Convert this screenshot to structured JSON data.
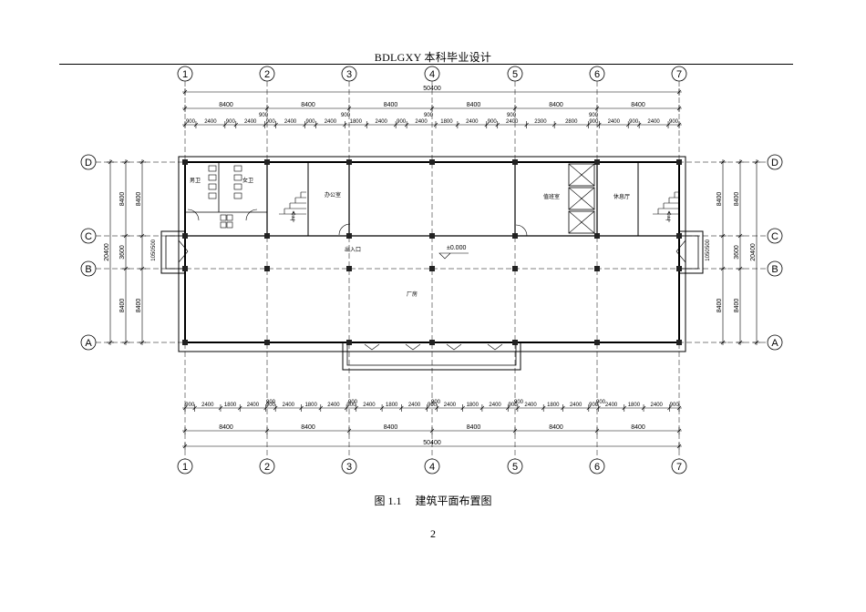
{
  "header": {
    "title": "BDLGXY 本科毕业设计"
  },
  "drawing": {
    "axis_numbers": [
      "1",
      "2",
      "3",
      "4",
      "5",
      "6",
      "7"
    ],
    "axis_letters": [
      "D",
      "C",
      "B",
      "A"
    ],
    "total_length": "50400",
    "bay_dims": [
      "8400",
      "8400",
      "8400",
      "8400",
      "8400",
      "8400"
    ],
    "top_detail_dims": [
      "900",
      "2400",
      "900",
      "2400",
      "900",
      "2400",
      "900",
      "2400",
      "1800",
      "2400",
      "900",
      "2400",
      "1800",
      "2400",
      "900",
      "2400",
      "2300",
      "2800",
      "900",
      "2400",
      "900",
      "2400",
      "900"
    ],
    "top_small_dims": [
      "900",
      "900",
      "900",
      "900",
      "900"
    ],
    "bottom_detail_dims": [
      "900",
      "2400",
      "1800",
      "2400",
      "900",
      "2400",
      "1800",
      "2400",
      "900",
      "2400",
      "1800",
      "2400",
      "900",
      "2400",
      "1800",
      "2400",
      "900",
      "2400",
      "1800",
      "2400",
      "900",
      "2400",
      "1800",
      "2400",
      "900"
    ],
    "bottom_small_dims": [
      "900",
      "900",
      "900",
      "900",
      "900"
    ],
    "side_outer": "20400",
    "side_inner": [
      "8400",
      "3600",
      "8400"
    ],
    "side_small": [
      "500",
      "1050",
      "1050"
    ],
    "rooms": {
      "toilet_m": "男卫",
      "toilet_f": "女卫",
      "office": "办公室",
      "duty_room": "值班室",
      "lounge": "休息厅",
      "entrance": "出入口",
      "hall": "厂房",
      "stair_up": "上"
    },
    "elevation": "±0.000"
  },
  "caption": {
    "figure_no": "图 1.1",
    "text": "建筑平面布置图"
  },
  "page": {
    "number": "2"
  }
}
